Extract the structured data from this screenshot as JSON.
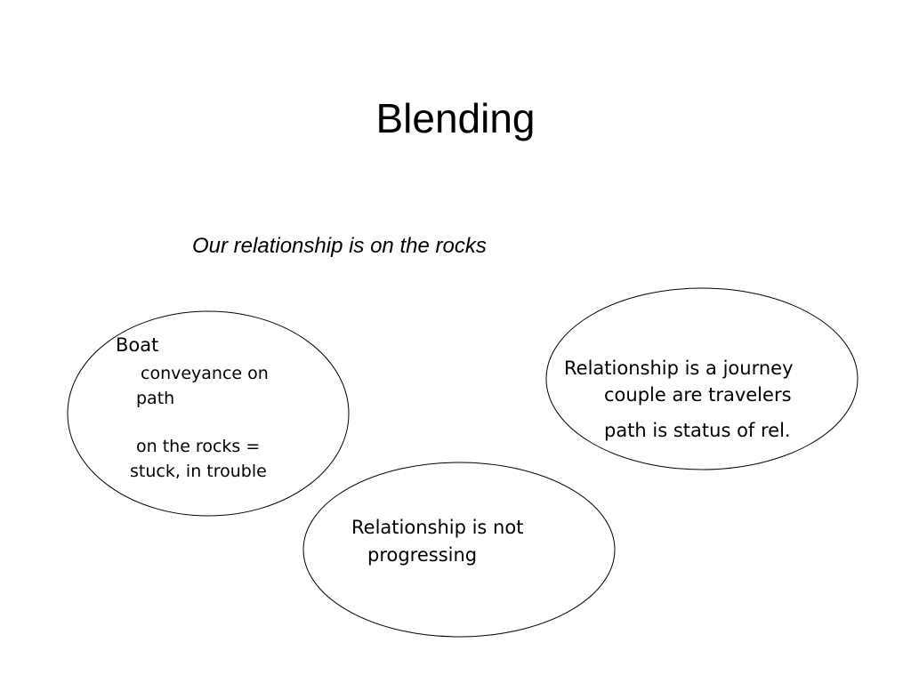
{
  "slide": {
    "title": "Blending",
    "subtitle": "Our relationship is on the rocks"
  },
  "blend": {
    "input_left": {
      "heading": "Boat",
      "line1": "conveyance on",
      "line2": "path",
      "line3": "on the rocks =",
      "line4": "stuck, in trouble"
    },
    "input_right": {
      "heading": "Relationship is a journey",
      "line1": "couple are travelers",
      "line2": "path is status of rel."
    },
    "blended": {
      "line1": "Relationship is not",
      "line2": "progressing"
    }
  },
  "colors": {
    "background": "#ffffff",
    "text": "#000000",
    "outline": "#000000"
  }
}
